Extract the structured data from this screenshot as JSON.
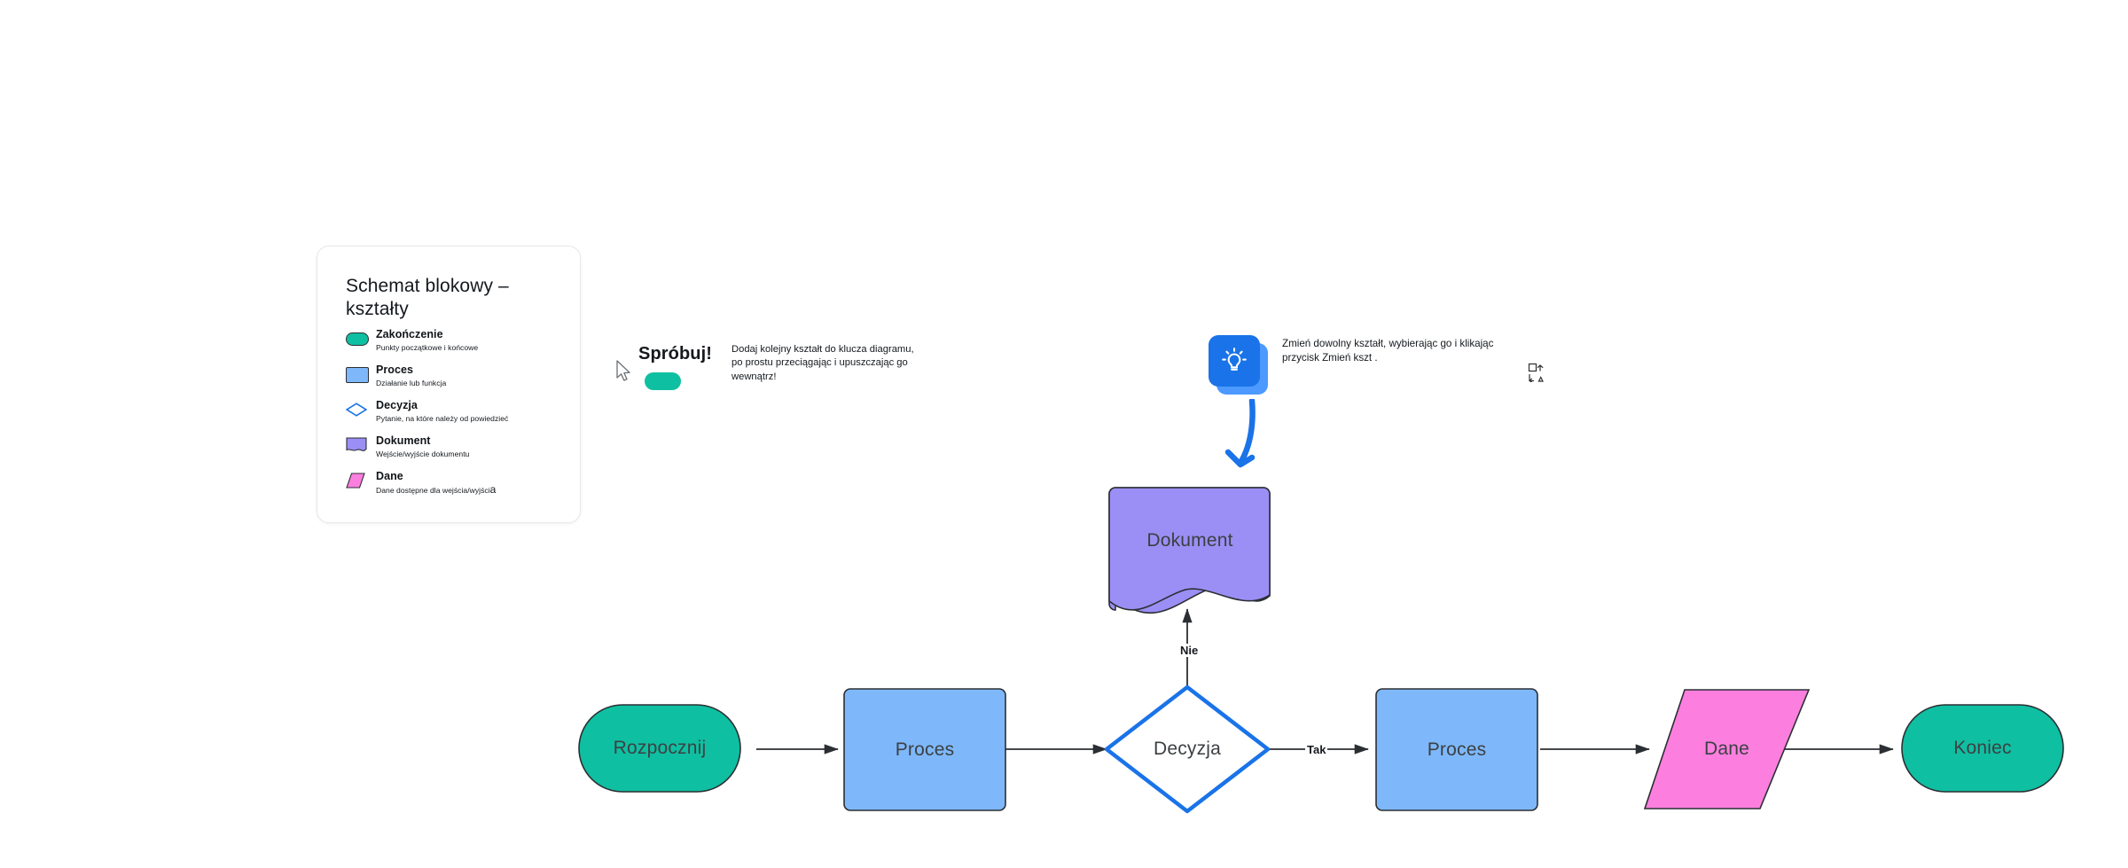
{
  "legend": {
    "title": "Schemat blokowy – kształty",
    "items": [
      {
        "shape": "terminator",
        "name": "Zakończenie",
        "desc": "Punkty początkowe i końcowe",
        "color": "#0FBFA1"
      },
      {
        "shape": "process",
        "name": "Proces",
        "desc": "Działanie lub funkcja",
        "color": "#7EB8FA"
      },
      {
        "shape": "decision",
        "name": "Decyzja",
        "desc": "Pytanie, na które należy od powiedzieć",
        "color": "#1A73E8"
      },
      {
        "shape": "document",
        "name": "Dokument",
        "desc": "Wejście/wyjście dokumentu",
        "color": "#9B8FF5"
      },
      {
        "shape": "data",
        "name": "Dane",
        "desc": "Dane dostępne dla wejścia/wyjścia",
        "color": "#FC7FDF"
      }
    ]
  },
  "hints": [
    {
      "id": "try",
      "title": "Spróbuj!",
      "body": "Dodaj kolejny kształt do klucza diagramu, po prostu przeciągając i upuszczając go wewnątrz!",
      "swatch_color": "#0FBFA1"
    },
    {
      "id": "bulb",
      "title": "",
      "body": "Zmień dowolny kształt, wybierając go i klikając przycisk Zmień kszt .",
      "icon": "lightbulb-icon",
      "tile_color": "#1A73E8",
      "shadow_color": "#4C9AFF",
      "arrow_color": "#1A73E8"
    }
  ],
  "flowchart": {
    "nodes": [
      {
        "id": "start",
        "label": "Rozpocznij",
        "shape": "terminator",
        "fill": "#0FBFA1"
      },
      {
        "id": "proces1",
        "label": "Proces",
        "shape": "process",
        "fill": "#7EB8FA"
      },
      {
        "id": "decyzja",
        "label": "Decyzja",
        "shape": "decision",
        "fill": "#ffffff",
        "stroke": "#1A73E8"
      },
      {
        "id": "dokument",
        "label": "Dokument",
        "shape": "document",
        "fill": "#9B8FF5"
      },
      {
        "id": "proces2",
        "label": "Proces",
        "shape": "process",
        "fill": "#7EB8FA"
      },
      {
        "id": "dane",
        "label": "Dane",
        "shape": "data",
        "fill": "#FC7FDF"
      },
      {
        "id": "koniec",
        "label": "Koniec",
        "shape": "terminator",
        "fill": "#0FBFA1"
      }
    ],
    "edges": [
      {
        "from": "start",
        "to": "proces1",
        "label": ""
      },
      {
        "from": "proces1",
        "to": "decyzja",
        "label": ""
      },
      {
        "from": "decyzja",
        "to": "dokument",
        "label": "Nie"
      },
      {
        "from": "decyzja",
        "to": "proces2",
        "label": "Tak"
      },
      {
        "from": "proces2",
        "to": "dane",
        "label": ""
      },
      {
        "from": "dane",
        "to": "koniec",
        "label": ""
      }
    ]
  }
}
